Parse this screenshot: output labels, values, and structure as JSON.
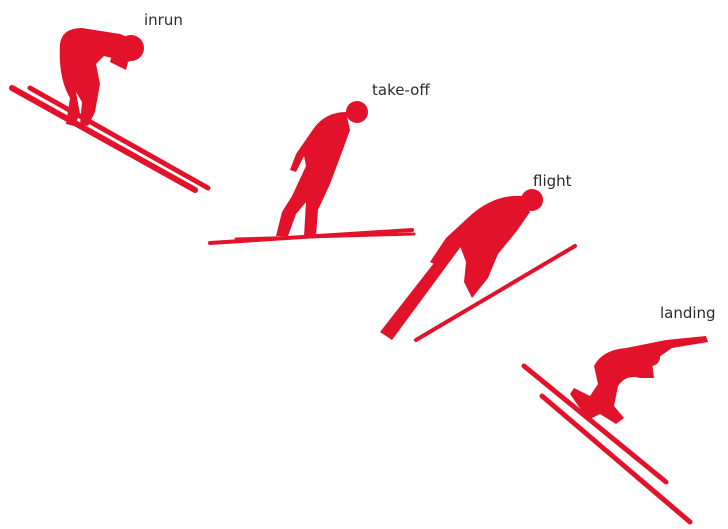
{
  "colors": {
    "accent": "#e3122b",
    "label_text": "#2b2b2b",
    "background": "#ffffff"
  },
  "phases": [
    {
      "id": "inrun",
      "label": "inrun"
    },
    {
      "id": "takeoff",
      "label": "take-off"
    },
    {
      "id": "flight",
      "label": "flight"
    },
    {
      "id": "landing",
      "label": "landing"
    }
  ]
}
